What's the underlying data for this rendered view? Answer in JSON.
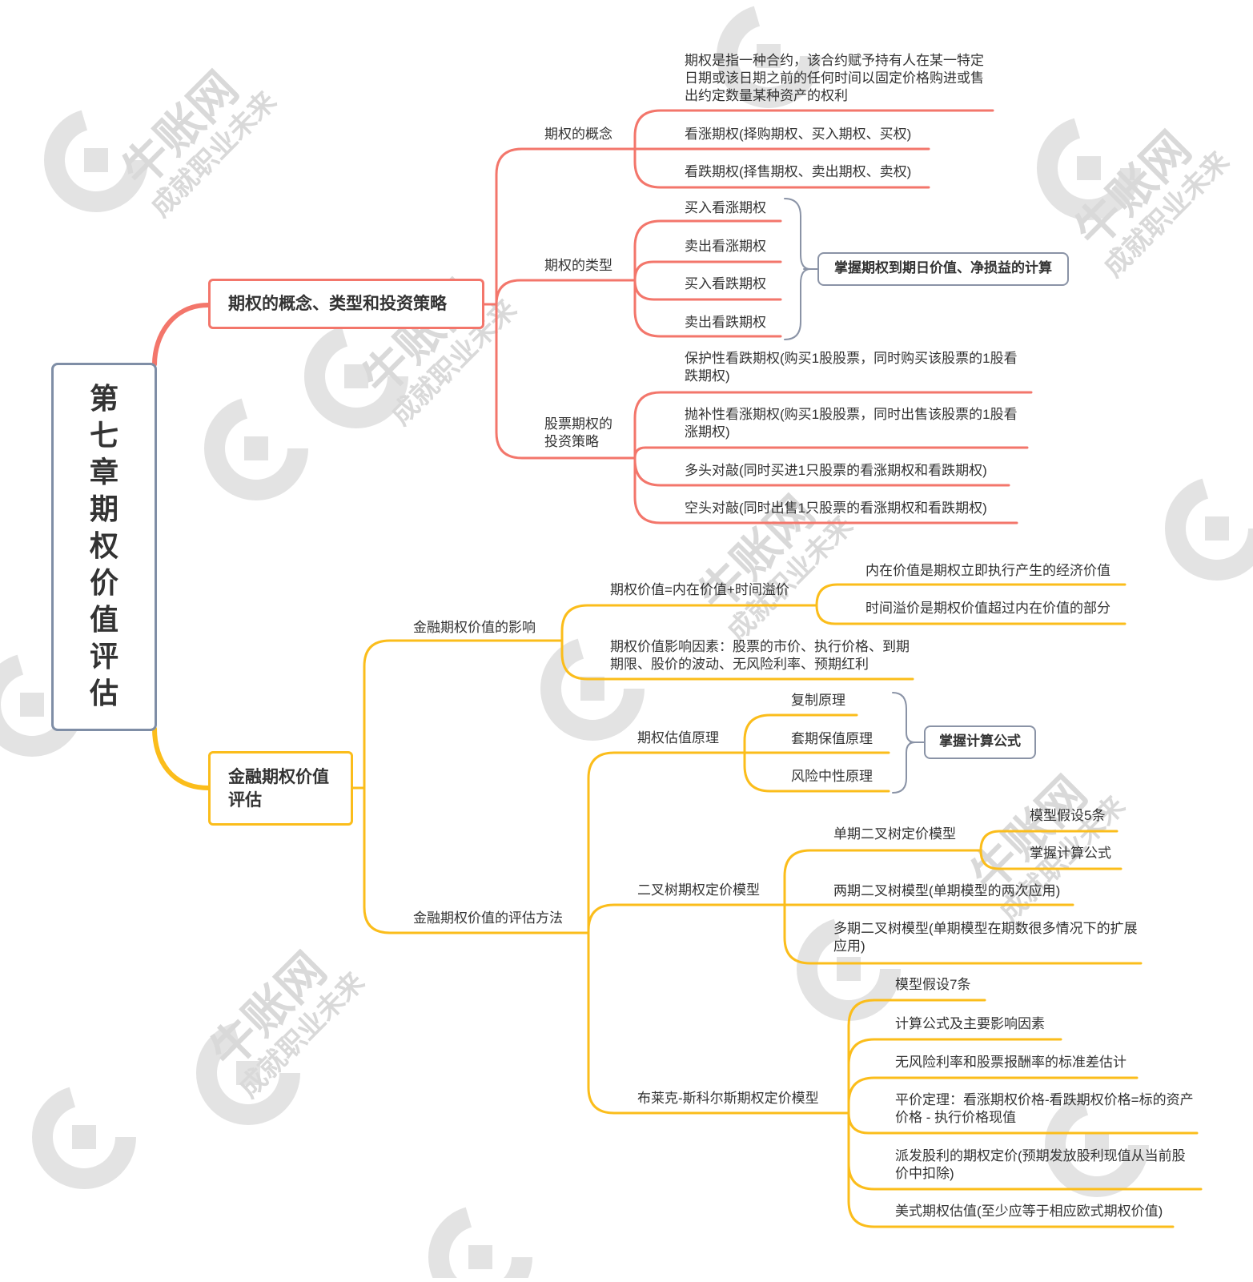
{
  "watermark": {
    "brand": "牛账网",
    "slogan": "成就职业未来"
  },
  "root": {
    "title": "第七章期权价值评估"
  },
  "branches": [
    {
      "title": "期权的概念、类型和投资策略",
      "color": "#f3766b",
      "groups": [
        {
          "label": "期权的概念",
          "items": [
            "期权是指一种合约，该合约赋予持有人在某一特定日期或该日期之前的任何时间以固定价格购进或售出约定数量某种资产的权利",
            "看涨期权(择购期权、买入期权、买权)",
            "看跌期权(择售期权、卖出期权、卖权)"
          ]
        },
        {
          "label": "期权的类型",
          "items": [
            "买入看涨期权",
            "卖出看涨期权",
            "买入看跌期权",
            "卖出看跌期权"
          ],
          "note": "掌握期权到期日价值、净损益的计算"
        },
        {
          "label": "股票期权的投资策略",
          "items": [
            "保护性看跌期权(购买1股股票，同时购买该股票的1股看跌期权)",
            "抛补性看涨期权(购买1股股票，同时出售该股票的1股看涨期权)",
            "多头对敲(同时买进1只股票的看涨期权和看跌期权)",
            "空头对敲(同时出售1只股票的看涨期权和看跌期权)"
          ]
        }
      ]
    },
    {
      "title": "金融期权价值评估",
      "color": "#fbbd1b",
      "groups": [
        {
          "label": "金融期权价值的影响",
          "items": [
            {
              "label": "期权价值=内在价值+时间溢价",
              "items": [
                "内在价值是期权立即执行产生的经济价值",
                "时间溢价是期权价值超过内在价值的部分"
              ]
            },
            {
              "label": "期权价值影响因素：股票的市价、执行价格、到期期限、股价的波动、无风险利率、预期红利"
            }
          ]
        },
        {
          "label": "金融期权价值的评估方法",
          "items": [
            {
              "label": "期权估值原理",
              "items": [
                "复制原理",
                "套期保值原理",
                "风险中性原理"
              ],
              "note": "掌握计算公式"
            },
            {
              "label": "二叉树期权定价模型",
              "items": [
                {
                  "label": "单期二叉树定价模型",
                  "items": [
                    "模型假设5条",
                    "掌握计算公式"
                  ]
                },
                {
                  "label": "两期二叉树模型(单期模型的两次应用)"
                },
                {
                  "label": "多期二叉树模型(单期模型在期数很多情况下的扩展应用)"
                }
              ]
            },
            {
              "label": "布莱克-斯科尔斯期权定价模型",
              "items": [
                "模型假设7条",
                "计算公式及主要影响因素",
                "无风险利率和股票报酬率的标准差估计",
                "平价定理：看涨期权价格-看跌期权价格=标的资产价格 - 执行价格现值",
                "派发股利的期权定价(预期发放股利现值从当前股价中扣除)",
                "美式期权估值(至少应等于相应欧式期权价值)"
              ]
            }
          ]
        }
      ]
    }
  ]
}
